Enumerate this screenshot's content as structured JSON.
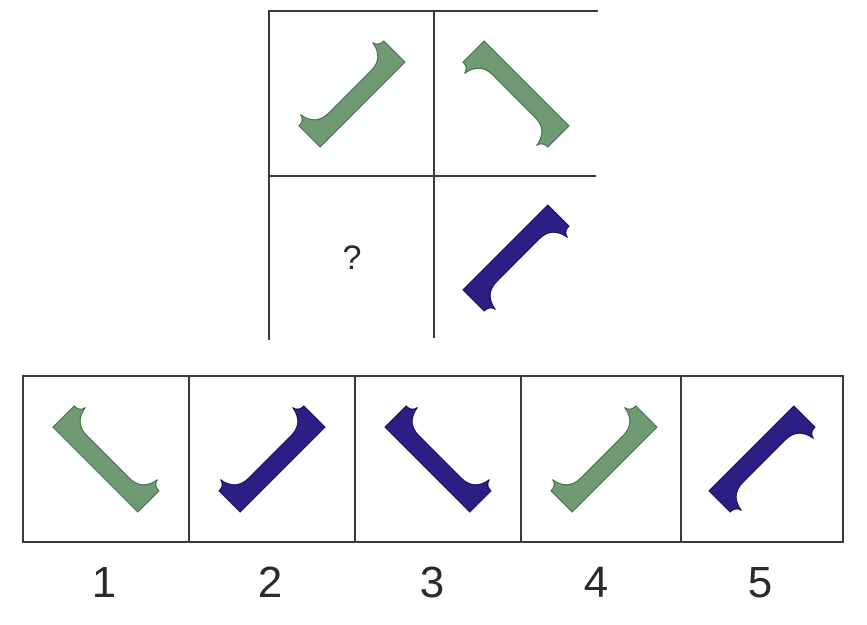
{
  "question_mark": "?",
  "colors": {
    "green": "#6f9a74",
    "green_stroke": "#3f6a47",
    "blue": "#2b1f86",
    "blue_stroke": "#160e5c",
    "border": "#3a3a3a"
  },
  "grid": {
    "top_left": {
      "shape": "curved-bar",
      "color": "green",
      "orientation": "ne-cut-up"
    },
    "top_right": {
      "shape": "curved-bar",
      "color": "green",
      "orientation": "nw-cut-down"
    },
    "bottom_left": {
      "shape": "unknown",
      "label": "?"
    },
    "bottom_right": {
      "shape": "curved-bar",
      "color": "blue",
      "orientation": "ne-cut-down"
    }
  },
  "options": [
    {
      "number": "1",
      "color": "green",
      "orientation": "nw-cut-up"
    },
    {
      "number": "2",
      "color": "blue",
      "orientation": "ne-cut-up"
    },
    {
      "number": "3",
      "color": "blue",
      "orientation": "nw-cut-up"
    },
    {
      "number": "4",
      "color": "green",
      "orientation": "ne-cut-up"
    },
    {
      "number": "5",
      "color": "blue",
      "orientation": "ne-cut-down"
    }
  ]
}
